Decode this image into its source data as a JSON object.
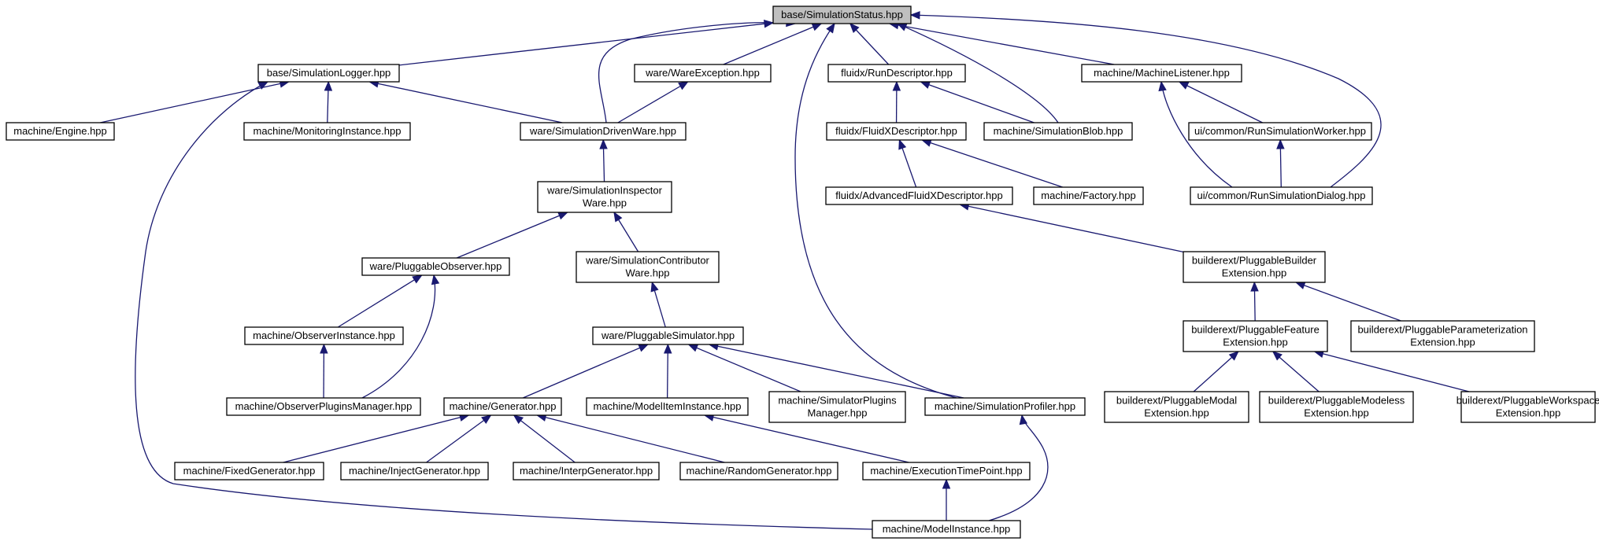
{
  "graph": {
    "nodes": [
      {
        "id": "root",
        "lines": [
          "base/SimulationStatus.hpp"
        ],
        "root": true
      },
      {
        "id": "logger",
        "lines": [
          "base/SimulationLogger.hpp"
        ]
      },
      {
        "id": "wareexc",
        "lines": [
          "ware/WareException.hpp"
        ]
      },
      {
        "id": "rundesc",
        "lines": [
          "fluidx/RunDescriptor.hpp"
        ]
      },
      {
        "id": "listener",
        "lines": [
          "machine/MachineListener.hpp"
        ]
      },
      {
        "id": "engine",
        "lines": [
          "machine/Engine.hpp"
        ]
      },
      {
        "id": "moninst",
        "lines": [
          "machine/MonitoringInstance.hpp"
        ]
      },
      {
        "id": "simdriven",
        "lines": [
          "ware/SimulationDrivenWare.hpp"
        ]
      },
      {
        "id": "fxdesc",
        "lines": [
          "fluidx/FluidXDescriptor.hpp"
        ]
      },
      {
        "id": "simblob",
        "lines": [
          "machine/SimulationBlob.hpp"
        ]
      },
      {
        "id": "runworker",
        "lines": [
          "ui/common/RunSimulationWorker.hpp"
        ]
      },
      {
        "id": "inspector",
        "lines": [
          "ware/SimulationInspector",
          "Ware.hpp"
        ]
      },
      {
        "id": "advfx",
        "lines": [
          "fluidx/AdvancedFluidXDescriptor.hpp"
        ]
      },
      {
        "id": "factory",
        "lines": [
          "machine/Factory.hpp"
        ]
      },
      {
        "id": "rundialog",
        "lines": [
          "ui/common/RunSimulationDialog.hpp"
        ]
      },
      {
        "id": "plugobs",
        "lines": [
          "ware/PluggableObserver.hpp"
        ]
      },
      {
        "id": "contrib",
        "lines": [
          "ware/SimulationContributor",
          "Ware.hpp"
        ]
      },
      {
        "id": "plugbuilder",
        "lines": [
          "builderext/PluggableBuilder",
          "Extension.hpp"
        ]
      },
      {
        "id": "obsinst",
        "lines": [
          "machine/ObserverInstance.hpp"
        ]
      },
      {
        "id": "plugsim",
        "lines": [
          "ware/PluggableSimulator.hpp"
        ]
      },
      {
        "id": "plugfeature",
        "lines": [
          "builderext/PluggableFeature",
          "Extension.hpp"
        ]
      },
      {
        "id": "plugparam",
        "lines": [
          "builderext/PluggableParameterization",
          "Extension.hpp"
        ]
      },
      {
        "id": "obsplugmgr",
        "lines": [
          "machine/ObserverPluginsManager.hpp"
        ]
      },
      {
        "id": "generator",
        "lines": [
          "machine/Generator.hpp"
        ]
      },
      {
        "id": "modeliteminst",
        "lines": [
          "machine/ModelItemInstance.hpp"
        ]
      },
      {
        "id": "simplugmgr",
        "lines": [
          "machine/SimulatorPlugins",
          "Manager.hpp"
        ]
      },
      {
        "id": "profiler",
        "lines": [
          "machine/SimulationProfiler.hpp"
        ]
      },
      {
        "id": "plugmodal",
        "lines": [
          "builderext/PluggableModal",
          "Extension.hpp"
        ]
      },
      {
        "id": "plugmodeless",
        "lines": [
          "builderext/PluggableModeless",
          "Extension.hpp"
        ]
      },
      {
        "id": "plugworkspace",
        "lines": [
          "builderext/PluggableWorkspace",
          "Extension.hpp"
        ]
      },
      {
        "id": "fixedgen",
        "lines": [
          "machine/FixedGenerator.hpp"
        ]
      },
      {
        "id": "injectgen",
        "lines": [
          "machine/InjectGenerator.hpp"
        ]
      },
      {
        "id": "interpgen",
        "lines": [
          "machine/InterpGenerator.hpp"
        ]
      },
      {
        "id": "randomgen",
        "lines": [
          "machine/RandomGenerator.hpp"
        ]
      },
      {
        "id": "exectime",
        "lines": [
          "machine/ExecutionTimePoint.hpp"
        ]
      },
      {
        "id": "modelinst",
        "lines": [
          "machine/ModelInstance.hpp"
        ]
      }
    ],
    "edges": [
      {
        "from": "logger",
        "to": "root"
      },
      {
        "from": "wareexc",
        "to": "root"
      },
      {
        "from": "rundesc",
        "to": "root"
      },
      {
        "from": "listener",
        "to": "root"
      },
      {
        "from": "simdriven",
        "to": "root"
      },
      {
        "from": "simblob",
        "to": "root"
      },
      {
        "from": "rundialog",
        "to": "root"
      },
      {
        "from": "profiler",
        "to": "root"
      },
      {
        "from": "engine",
        "to": "logger"
      },
      {
        "from": "moninst",
        "to": "logger"
      },
      {
        "from": "simdriven",
        "to": "logger"
      },
      {
        "from": "modelinst",
        "to": "logger"
      },
      {
        "from": "simdriven",
        "to": "wareexc"
      },
      {
        "from": "fxdesc",
        "to": "rundesc"
      },
      {
        "from": "simblob",
        "to": "rundesc"
      },
      {
        "from": "runworker",
        "to": "listener"
      },
      {
        "from": "rundialog",
        "to": "listener"
      },
      {
        "from": "inspector",
        "to": "simdriven"
      },
      {
        "from": "advfx",
        "to": "fxdesc"
      },
      {
        "from": "factory",
        "to": "fxdesc"
      },
      {
        "from": "rundialog",
        "to": "runworker"
      },
      {
        "from": "plugobs",
        "to": "inspector"
      },
      {
        "from": "contrib",
        "to": "inspector"
      },
      {
        "from": "plugbuilder",
        "to": "advfx"
      },
      {
        "from": "obsinst",
        "to": "plugobs"
      },
      {
        "from": "obsplugmgr",
        "to": "plugobs"
      },
      {
        "from": "plugsim",
        "to": "contrib"
      },
      {
        "from": "plugfeature",
        "to": "plugbuilder"
      },
      {
        "from": "plugparam",
        "to": "plugbuilder"
      },
      {
        "from": "obsplugmgr",
        "to": "obsinst"
      },
      {
        "from": "generator",
        "to": "plugsim"
      },
      {
        "from": "modeliteminst",
        "to": "plugsim"
      },
      {
        "from": "simplugmgr",
        "to": "plugsim"
      },
      {
        "from": "profiler",
        "to": "plugsim"
      },
      {
        "from": "plugmodal",
        "to": "plugfeature"
      },
      {
        "from": "plugmodeless",
        "to": "plugfeature"
      },
      {
        "from": "plugworkspace",
        "to": "plugfeature"
      },
      {
        "from": "fixedgen",
        "to": "generator"
      },
      {
        "from": "injectgen",
        "to": "generator"
      },
      {
        "from": "interpgen",
        "to": "generator"
      },
      {
        "from": "randomgen",
        "to": "generator"
      },
      {
        "from": "exectime",
        "to": "modeliteminst"
      },
      {
        "from": "modelinst",
        "to": "exectime"
      },
      {
        "from": "modelinst",
        "to": "profiler"
      }
    ]
  }
}
